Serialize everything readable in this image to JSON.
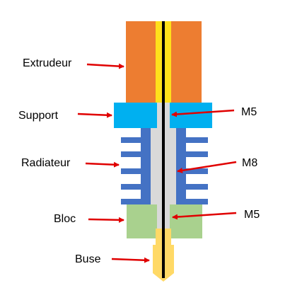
{
  "labels": {
    "extruder": "Extrudeur",
    "support": "Support",
    "radiator": "Radiateur",
    "block": "Bloc",
    "nozzle": "Buse",
    "thread_support": "M5",
    "thread_radiator": "M8",
    "thread_block": "M5"
  },
  "colors": {
    "extruder": "#ed7d31",
    "filament": "#ffe01b",
    "core_line": "#000000",
    "support": "#00b0f0",
    "radiator": "#4472c4",
    "tube": "#d9d9d9",
    "block": "#a9d18e",
    "nozzle": "#ffd966",
    "arrow": "#e00000"
  }
}
